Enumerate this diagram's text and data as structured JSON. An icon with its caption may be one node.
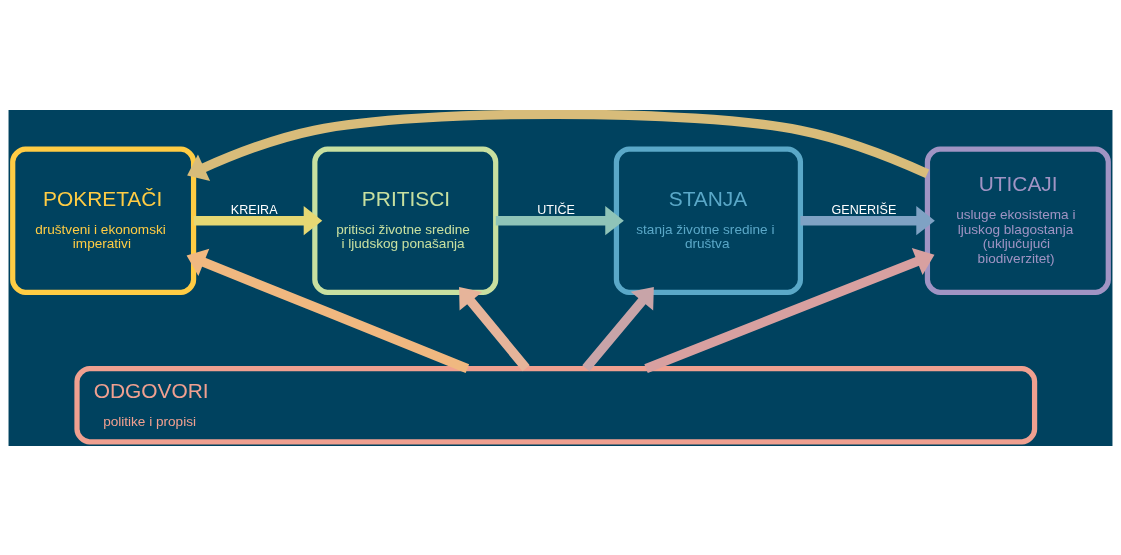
{
  "diagram": {
    "nodes": [
      {
        "text": [
          "POKRETAČI",
          "društveni i ekonomski imperativi"
        ]
      },
      {
        "text": [
          "PRITISCI",
          "pritisci životne sredine i ljudskog ponašanja"
        ]
      },
      {
        "text": [
          "STANJA",
          "stanja životne sredine i društva"
        ]
      },
      {
        "text": [
          "UTICAJI",
          "usluge ekosistema i ljuskog blagostanja (uključujući biodiverzitet)"
        ]
      },
      {
        "text": [
          "ODGOVORI",
          "politike i propisi"
        ]
      }
    ],
    "edges": [
      {
        "from": 0,
        "to": 1,
        "arrow": "to",
        "label": "KREIRA",
        "color": "#e6d873"
      },
      {
        "from": 1,
        "to": 2,
        "arrow": "to",
        "label": "UTIČE",
        "color": "#8fc4b8"
      },
      {
        "from": 2,
        "to": 3,
        "arrow": "to",
        "label": "GENERIŠE",
        "color": "#7fa2c4"
      },
      {
        "from": 3,
        "to": 0,
        "arrow": "to",
        "color": "#d8bc7a"
      },
      {
        "from": 4,
        "to": 0,
        "arrow": "to",
        "color": "#f0b880"
      },
      {
        "from": 4,
        "to": 1,
        "arrow": "to",
        "color": "#e6b49a"
      },
      {
        "from": 4,
        "to": 2,
        "arrow": "to",
        "color": "#c8a4a8"
      },
      {
        "from": 4,
        "to": 3,
        "arrow": "to",
        "color": "#d8a0a0"
      }
    ]
  }
}
